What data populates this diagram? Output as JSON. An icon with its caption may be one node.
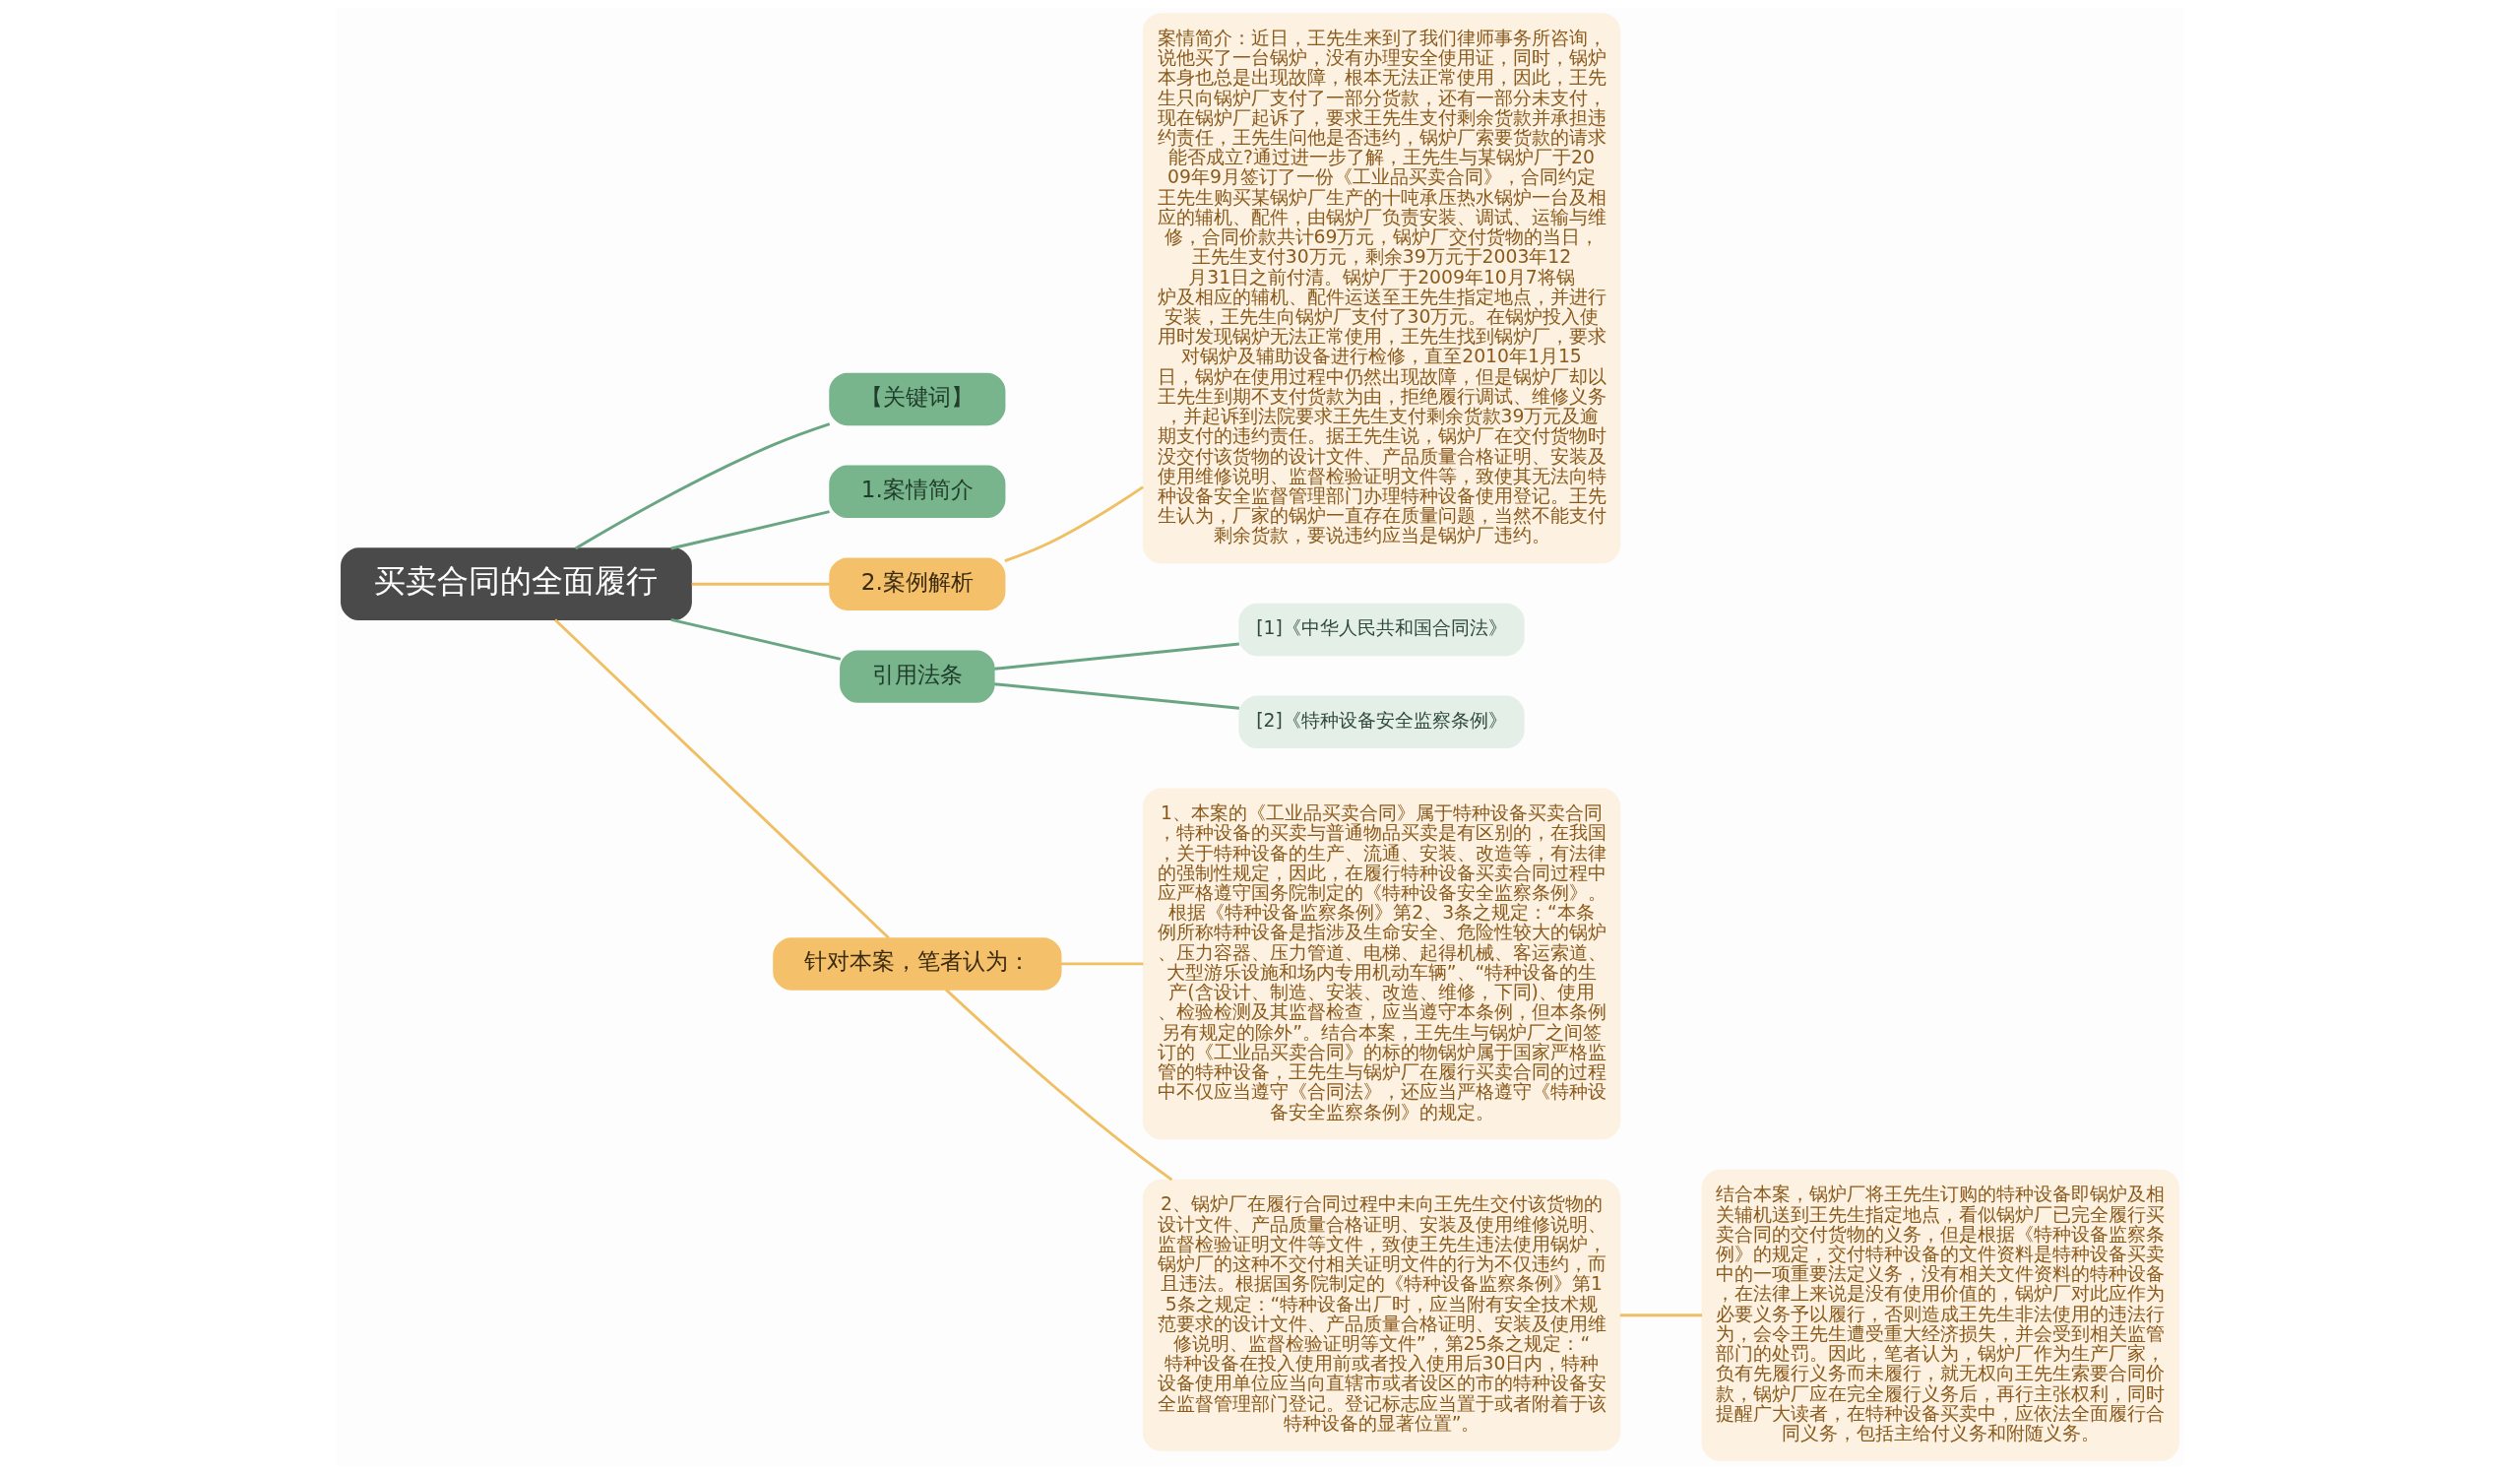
{
  "diagram": {
    "nodes": [
      {
        "text": [
          "买卖合同的全面履行"
        ]
      },
      {
        "text": [
          "【关键词】"
        ]
      },
      {
        "text": [
          "1.案情简介"
        ]
      },
      {
        "text": [
          "2.案例解析"
        ]
      },
      {
        "text": [
          "案情简介：近日，王先生来到了我们律师事务所咨询，说他买了一台锅炉，没有办理安全使用证，同时，锅炉本身也总是出现故障，根本无法正常使用，因此，王先生只向锅炉厂支付了一部分货款，还有一部分未支付，现在锅炉厂起诉了，要求王先生支付剩余货款并承担违约责任，王先生问他是否违约，锅炉厂索要货款的请求能否成立?通过进一步了解，王先生与某锅炉厂于2009年9月签订了一份《工业品买卖合同》，合同约定王先生购买某锅炉厂生产的十吨承压热水锅炉一台及相应的辅机、配件，由锅炉厂负责安装、调试、运输与维修，合同价款共计69万元，锅炉厂交付货物的当日，王先生支付30万元，剩余39万元于2003年12月31日之前付清。锅炉厂于2009年10月7将锅炉及相应的辅机、配件运送至王先生指定地点，并进行安装，王先生向锅炉厂支付了30万元。在锅炉投入使用时发现锅炉无法正常使用，王先生找到锅炉厂，要求对锅炉及辅助设备进行检修，直至2010年1月15日，锅炉在使用过程中仍然出现故障，但是锅炉厂却以王先生到期不支付货款为由，拒绝履行调试、维修义务，并起诉到法院要求王先生支付剩余货款39万元及逾期支付的违约责任。据王先生说，锅炉厂在交付货物时没交付该货物的设计文件、产品质量合格证明、安装及使用维修说明、监督检验证明文件等，致使其无法向特种设备安全监督管理部门办理特种设备使用登记。王先生认为，厂家的锅炉一直存在质量问题，当然不能支付剩余货款，要说违约应当是锅炉厂违约。"
        ]
      },
      {
        "text": [
          "引用法条"
        ]
      },
      {
        "text": [
          "[1]《中华人民共和国合同法》"
        ]
      },
      {
        "text": [
          "[2]《特种设备安全监察条例》"
        ]
      },
      {
        "text": [
          "针对本案，笔者认为："
        ]
      },
      {
        "text": [
          "1、本案的《工业品买卖合同》属于特种设备买卖合同，特种设备的买卖与普通物品买卖是有区别的，在我国，关于特种设备的生产、流通、安装、改造等，有法律的强制性规定，因此，在履行特种设备买卖合同过程中应严格遵守国务院制定的《特种设备安全监察条例》。根据《特种设备监察条例》第2、3条之规定：“本条例所称特种设备是指涉及生命安全、危险性较大的锅炉、压力容器、压力管道、电梯、起得机械、客运索道、大型游乐设施和场内专用机动车辆”、“特种设备的生产(含设计、制造、安装、改造、维修，下同)、使用、检验检测及其监督检查，应当遵守本条例，但本条例另有规定的除外”。结合本案，王先生与锅炉厂之间签订的《工业品买卖合同》的标的物锅炉属于国家严格监管的特种设备，王先生与锅炉厂在履行买卖合同的过程中不仅应当遵守《合同法》，还应当严格遵守《特种设备安全监察条例》的规定。"
        ]
      },
      {
        "text": [
          "2、锅炉厂在履行合同过程中未向王先生交付该货物的设计文件、产品质量合格证明、安装及使用维修说明、监督检验证明文件等文件，致使王先生违法使用锅炉，锅炉厂的这种不交付相关证明文件的行为不仅违约，而且违法。根据国务院制定的《特种设备监察条例》第15条之规定：“特种设备出厂时，应当附有安全技术规范要求的设计文件、产品质量合格证明、安装及使用维修说明、监督检验证明等文件”，第25条之规定：“特种设备在投入使用前或者投入使用后30日内，特种设备使用单位应当向直辖市或者设区的市的特种设备安全监督管理部门登记。登记标志应当置于或者附着于该特种设备的显著位置”。"
        ]
      },
      {
        "text": [
          "结合本案，锅炉厂将王先生订购的特种设备即锅炉及相关辅机送到王先生指定地点，看似锅炉厂已完全履行买卖合同的交付货物的义务，但是根据《特种设备监察条例》的规定，交付特种设备的文件资料是特种设备买卖中的一项重要法定义务，没有相关文件资料的特种设备，在法律上来说是没有使用价值的，锅炉厂对此应作为必要义务予以履行，否则造成王先生非法使用的违法行为，会令王先生遭受重大经济损失，并会受到相关监管部门的处罚。因此，笔者认为，锅炉厂作为生产厂家，负有先履行义务而未履行，就无权向王先生索要合同价款，锅炉厂应在完全履行义务后，再行主张权利，同时提醒广大读者，在特种设备买卖中，应依法全面履行合同义务，包括主给付义务和附随义务。"
        ]
      }
    ],
    "edges": [
      {
        "from": 0,
        "to": 1,
        "arrow": "none",
        "color": "#6aa583"
      },
      {
        "from": 0,
        "to": 2,
        "arrow": "none",
        "color": "#6aa583"
      },
      {
        "from": 0,
        "to": 3,
        "arrow": "none"
      },
      {
        "from": 3,
        "to": 4,
        "arrow": "none"
      },
      {
        "from": 0,
        "to": 5,
        "arrow": "none",
        "color": "#6aa583"
      },
      {
        "from": 5,
        "to": 6,
        "arrow": "none",
        "color": "#6aa583"
      },
      {
        "from": 5,
        "to": 7,
        "arrow": "none",
        "color": "#6aa583"
      },
      {
        "from": 0,
        "to": 8,
        "arrow": "none"
      },
      {
        "from": 8,
        "to": 9,
        "arrow": "none"
      },
      {
        "from": 8,
        "to": 10,
        "arrow": "none"
      },
      {
        "from": 10,
        "to": 11,
        "arrow": "none"
      }
    ]
  }
}
